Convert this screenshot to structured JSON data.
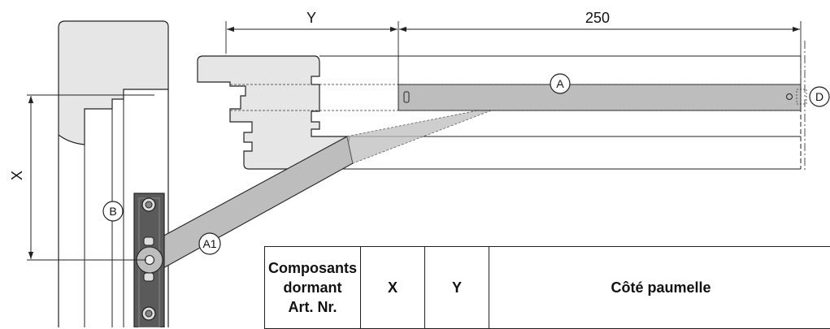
{
  "dimensions": {
    "x_label": "X",
    "y_label": "Y",
    "length_label": "250"
  },
  "callouts": {
    "a": "A",
    "a1": "A1",
    "b": "B",
    "d": "D"
  },
  "table": {
    "headers": {
      "components": [
        "Composants",
        "dormant",
        "Art. Nr."
      ],
      "x": "X",
      "y": "Y",
      "hinge_side": "Côté paumelle"
    }
  },
  "colors": {
    "line": "#222222",
    "arm_fill": "#bdbdbd",
    "profile_fill": "#e6e6e6",
    "bracket_fill": "#5a5a5a"
  }
}
